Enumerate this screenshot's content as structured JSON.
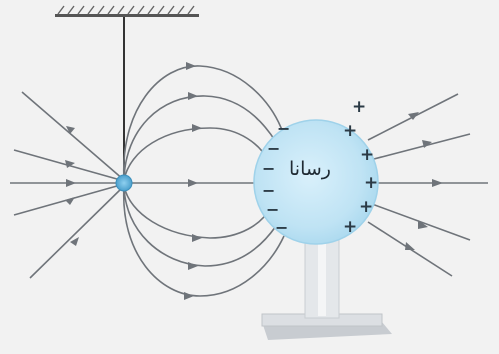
{
  "diagram": {
    "conductor_label": "رسانا",
    "induced_charges": {
      "left_side": [
        "−",
        "−",
        "−",
        "−",
        "−",
        "−"
      ],
      "right_side": [
        "+",
        "+",
        "+",
        "+",
        "+",
        "+"
      ]
    },
    "colors": {
      "background": "#f2f2f2",
      "field_lines": "#6f747a",
      "conductor_fill": "#bfe3f4",
      "conductor_edge": "#9fd2ea",
      "point_charge": "#5aaed8",
      "stand": "#d4d8dc",
      "ceiling_hatch": "#555555",
      "signs": "#2b3a45"
    },
    "elements": [
      "ceiling-support",
      "hanging-thread",
      "point-charge",
      "field-lines",
      "conductor-sphere",
      "insulating-stand"
    ]
  }
}
